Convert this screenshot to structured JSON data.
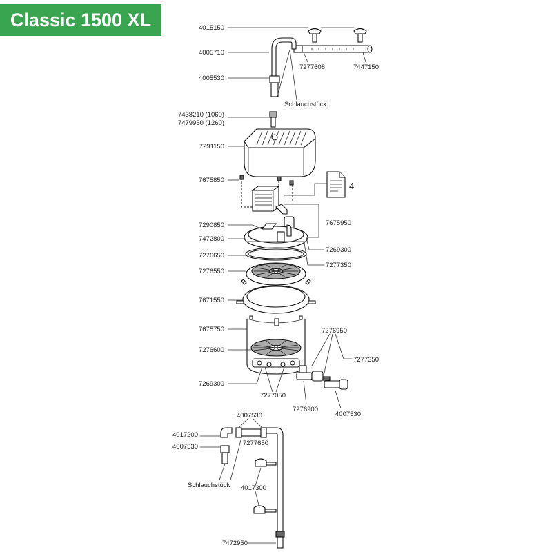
{
  "title": "Classic 1500 XL",
  "labels": {
    "l4015150": "4015150",
    "l4005710": "4005710",
    "l7277608": "7277608",
    "l7447150": "7447150",
    "l4005530": "4005530",
    "lSchlauch1": "Schlauchstück",
    "l7438210": "7438210 (1060)",
    "l7479950": "7479950 (1260)",
    "l7291150": "7291150",
    "l7675850": "7675850",
    "l4": "4",
    "l7290850": "7290850",
    "l7675950": "7675950",
    "l7472800": "7472800",
    "l7269300a": "7269300",
    "l7276650": "7276650",
    "l7277350a": "7277350",
    "l7276550": "7276550",
    "l7671550": "7671550",
    "l7675750": "7675750",
    "l7276950": "7276950",
    "l7276600": "7276600",
    "l7277350b": "7277350",
    "l7269300b": "7269300",
    "l7277050": "7277050",
    "l7276900": "7276900",
    "l4007530a": "4007530",
    "l4007530b": "4007530",
    "l4017200": "4017200",
    "l7277650": "7277650",
    "l4007530c": "4007530",
    "lSchlauch2": "Schlauchstück",
    "l4017300": "4017300",
    "l7472950": "7472950"
  },
  "icons": {
    "document": "document-icon"
  },
  "colors": {
    "banner": "#3aa550",
    "bannerText": "#ffffff"
  }
}
